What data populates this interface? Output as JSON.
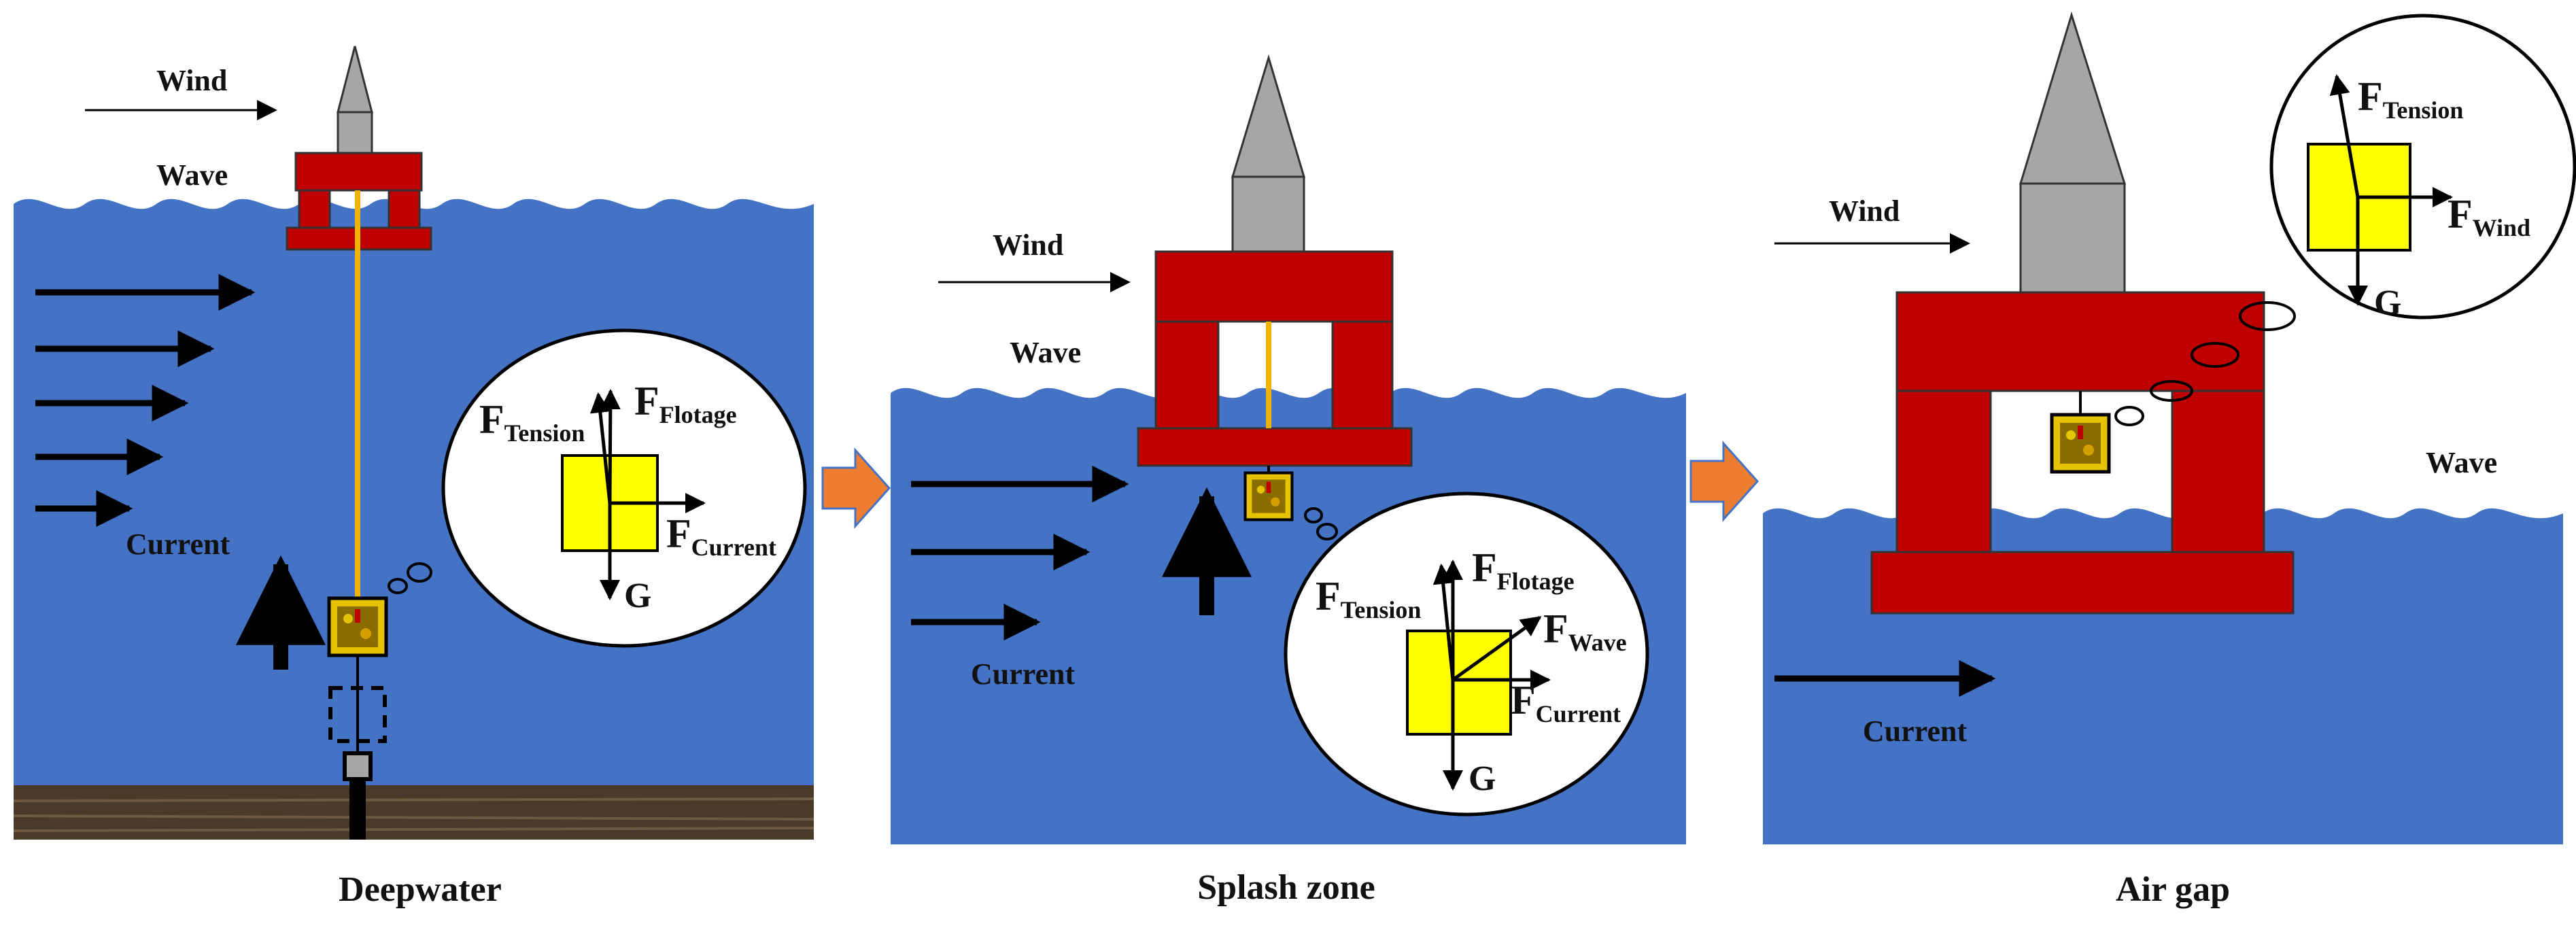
{
  "panels": [
    {
      "caption": "Deepwater",
      "labels": {
        "wind": "Wind",
        "wave": "Wave",
        "current": "Current"
      },
      "forces": {
        "tension": "Tension",
        "flotage": "Flotage",
        "current": "Current",
        "gravity": "G"
      }
    },
    {
      "caption": "Splash zone",
      "labels": {
        "wind": "Wind",
        "wave": "Wave",
        "current": "Current"
      },
      "forces": {
        "tension": "Tension",
        "flotage": "Flotage",
        "wave": "Wave",
        "current": "Current",
        "gravity": "G"
      }
    },
    {
      "caption": "Air gap",
      "labels": {
        "wind": "Wind",
        "wave": "Wave",
        "current": "Current"
      },
      "forces": {
        "tension": "Tension",
        "wind": "Wind",
        "gravity": "G"
      }
    }
  ],
  "force_symbol": "F",
  "colors": {
    "water": "#4472c4",
    "platform": "#c00000",
    "tower": "#a6a6a6",
    "seabed": "#4a3a2a",
    "probe": "#ffff00",
    "cable": "#f0b400",
    "transition_arrow": "#ed7d31"
  }
}
